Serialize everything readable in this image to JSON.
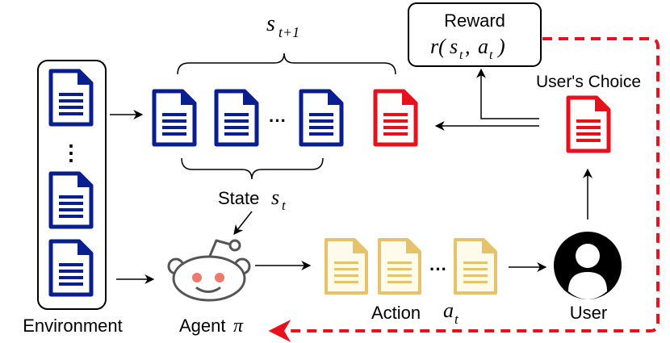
{
  "labels": {
    "environment": "Environment",
    "state_word": "State",
    "state_symbol": "s",
    "state_sub": "t",
    "next_state_symbol": "s",
    "next_state_sub": "t+1",
    "agent_word": "Agent",
    "agent_symbol": "π",
    "action_word": "Action",
    "action_symbol": "a",
    "action_sub": "t",
    "user": "User",
    "users_choice": "User's Choice",
    "reward_title": "Reward",
    "reward_expr_r": "r(",
    "reward_expr_s": "s",
    "reward_expr_s_sub": "t",
    "reward_expr_comma": ", ",
    "reward_expr_a": "a",
    "reward_expr_a_sub": "t",
    "reward_expr_close": ")",
    "ellipsis_vertical": "⋮",
    "ellipsis_state": "···",
    "ellipsis_action": "···"
  },
  "colors": {
    "document_blue": "#0a1f8f",
    "document_red": "#e8101a",
    "document_gold": "#e6c36a",
    "feedback_red": "#e8101a",
    "agent_gray": "#555555",
    "agent_eyes": "#f07a6a",
    "user_black": "#000000"
  },
  "icons": {
    "document": "document-icon",
    "agent": "robot-agent-icon",
    "user": "user-avatar-icon"
  }
}
